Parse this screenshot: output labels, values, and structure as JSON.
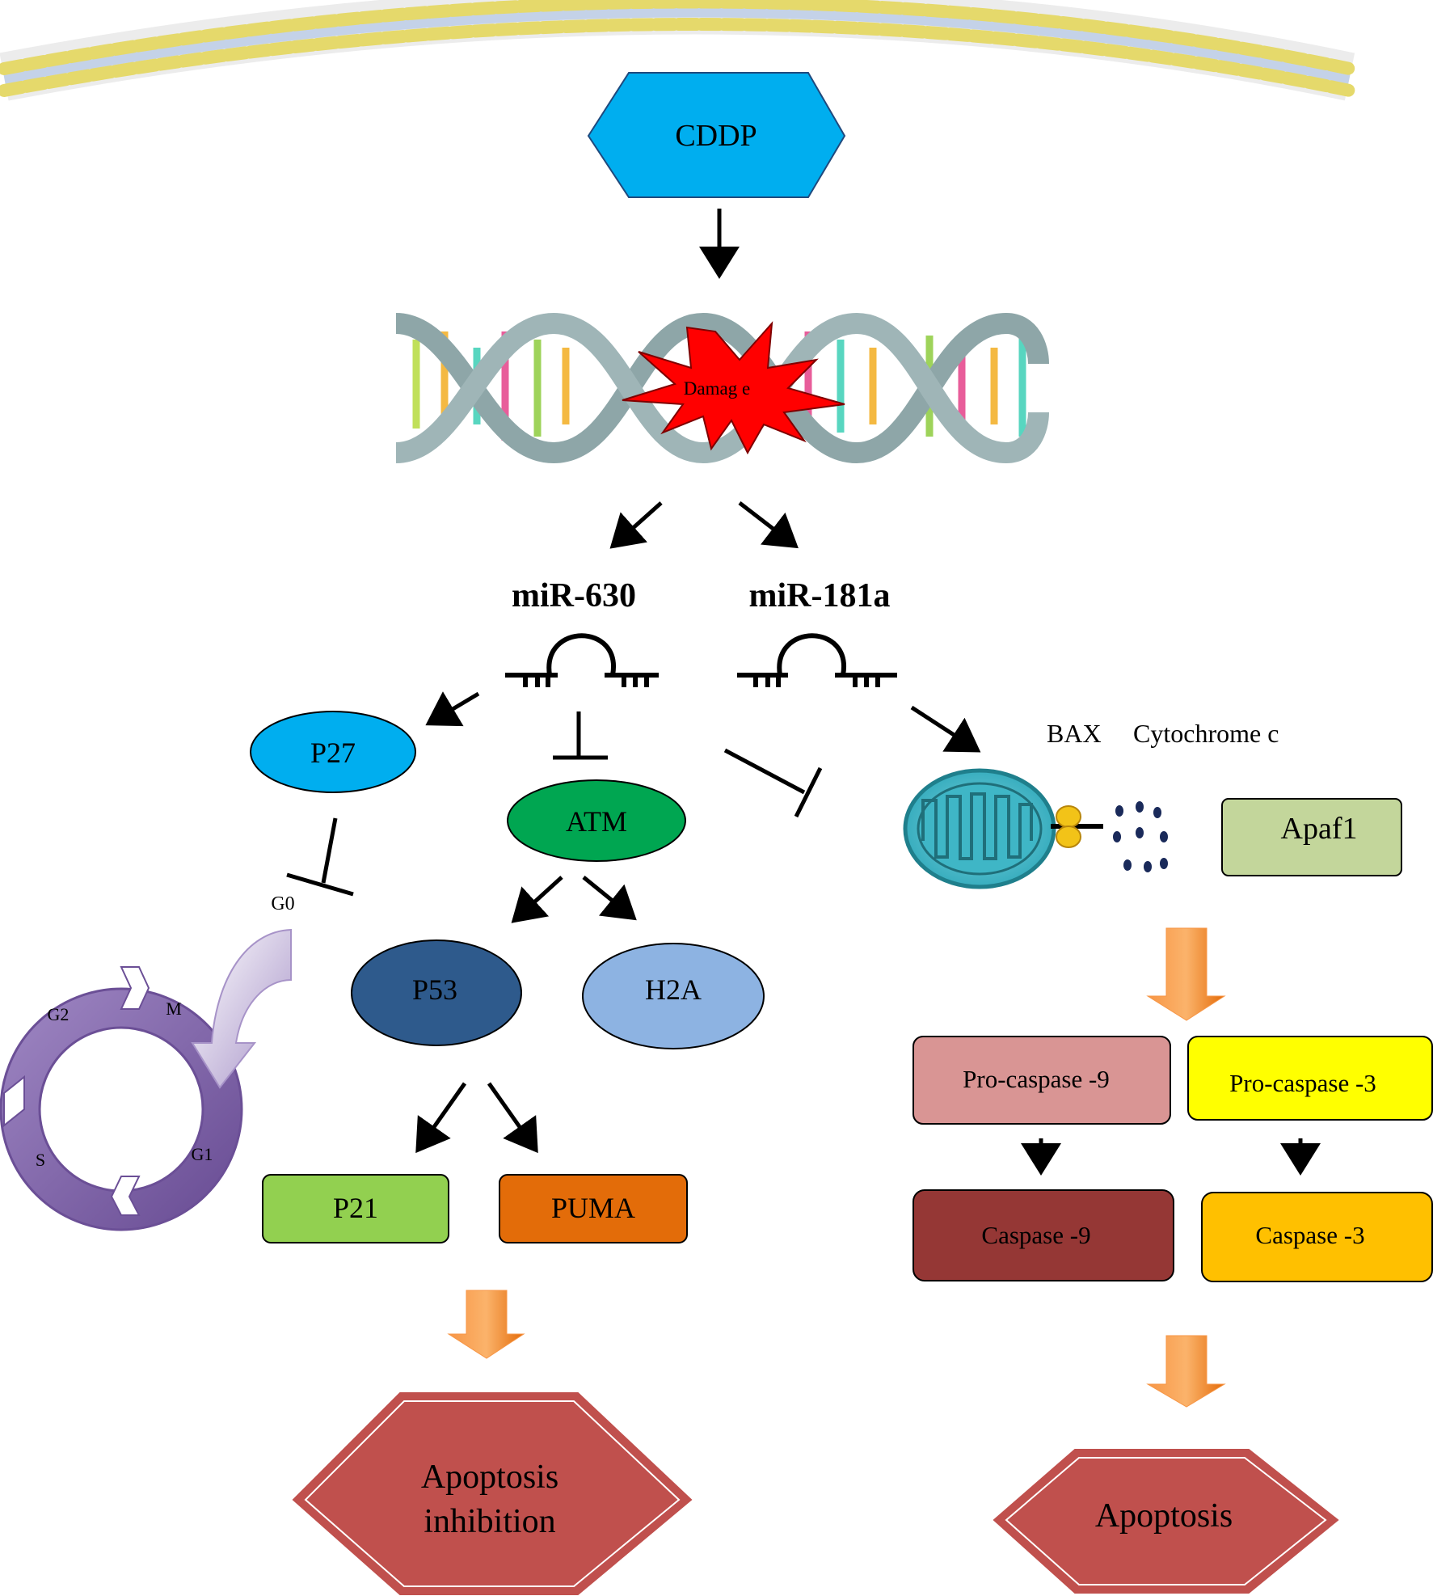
{
  "nodes": {
    "cddp": "CDDP",
    "damage": "Damag e",
    "mir630": "miR-630",
    "mir181a": "miR-181a",
    "p27": "P27",
    "atm": "ATM",
    "g0": "G0",
    "p53": "P53",
    "h2a": "H2A",
    "p21": "P21",
    "puma": "PUMA",
    "apoptosis_inhibition_line1": "Apoptosis",
    "apoptosis_inhibition_line2": "inhibition",
    "bax": "BAX",
    "cytochrome": "Cytochrome c",
    "apaf1": "Apaf1",
    "procaspase9": "Pro-caspase -9",
    "procaspase3": "Pro-caspase -3",
    "caspase9": "Caspase -9",
    "caspase3": "Caspase -3",
    "apoptosis": "Apoptosis"
  },
  "cell_cycle": {
    "g2": "G2",
    "m": "M",
    "s": "S",
    "g1": "G1"
  },
  "colors": {
    "cddp": "#00aeef",
    "p27": "#00aeef",
    "atm": "#00a651",
    "p53": "#2e5a8c",
    "h2a": "#8db3e2",
    "p21": "#92d050",
    "puma": "#e36c09",
    "apaf1": "#c3d69b",
    "procaspase9": "#d99594",
    "procaspase3": "#ffff00",
    "caspase9": "#953735",
    "caspase3": "#ffc000",
    "apoptosis_hex": "#c0504d",
    "cell_cycle": "#8064a2",
    "orange_arrow": "#f79646",
    "damage_star": "#ff0000"
  }
}
